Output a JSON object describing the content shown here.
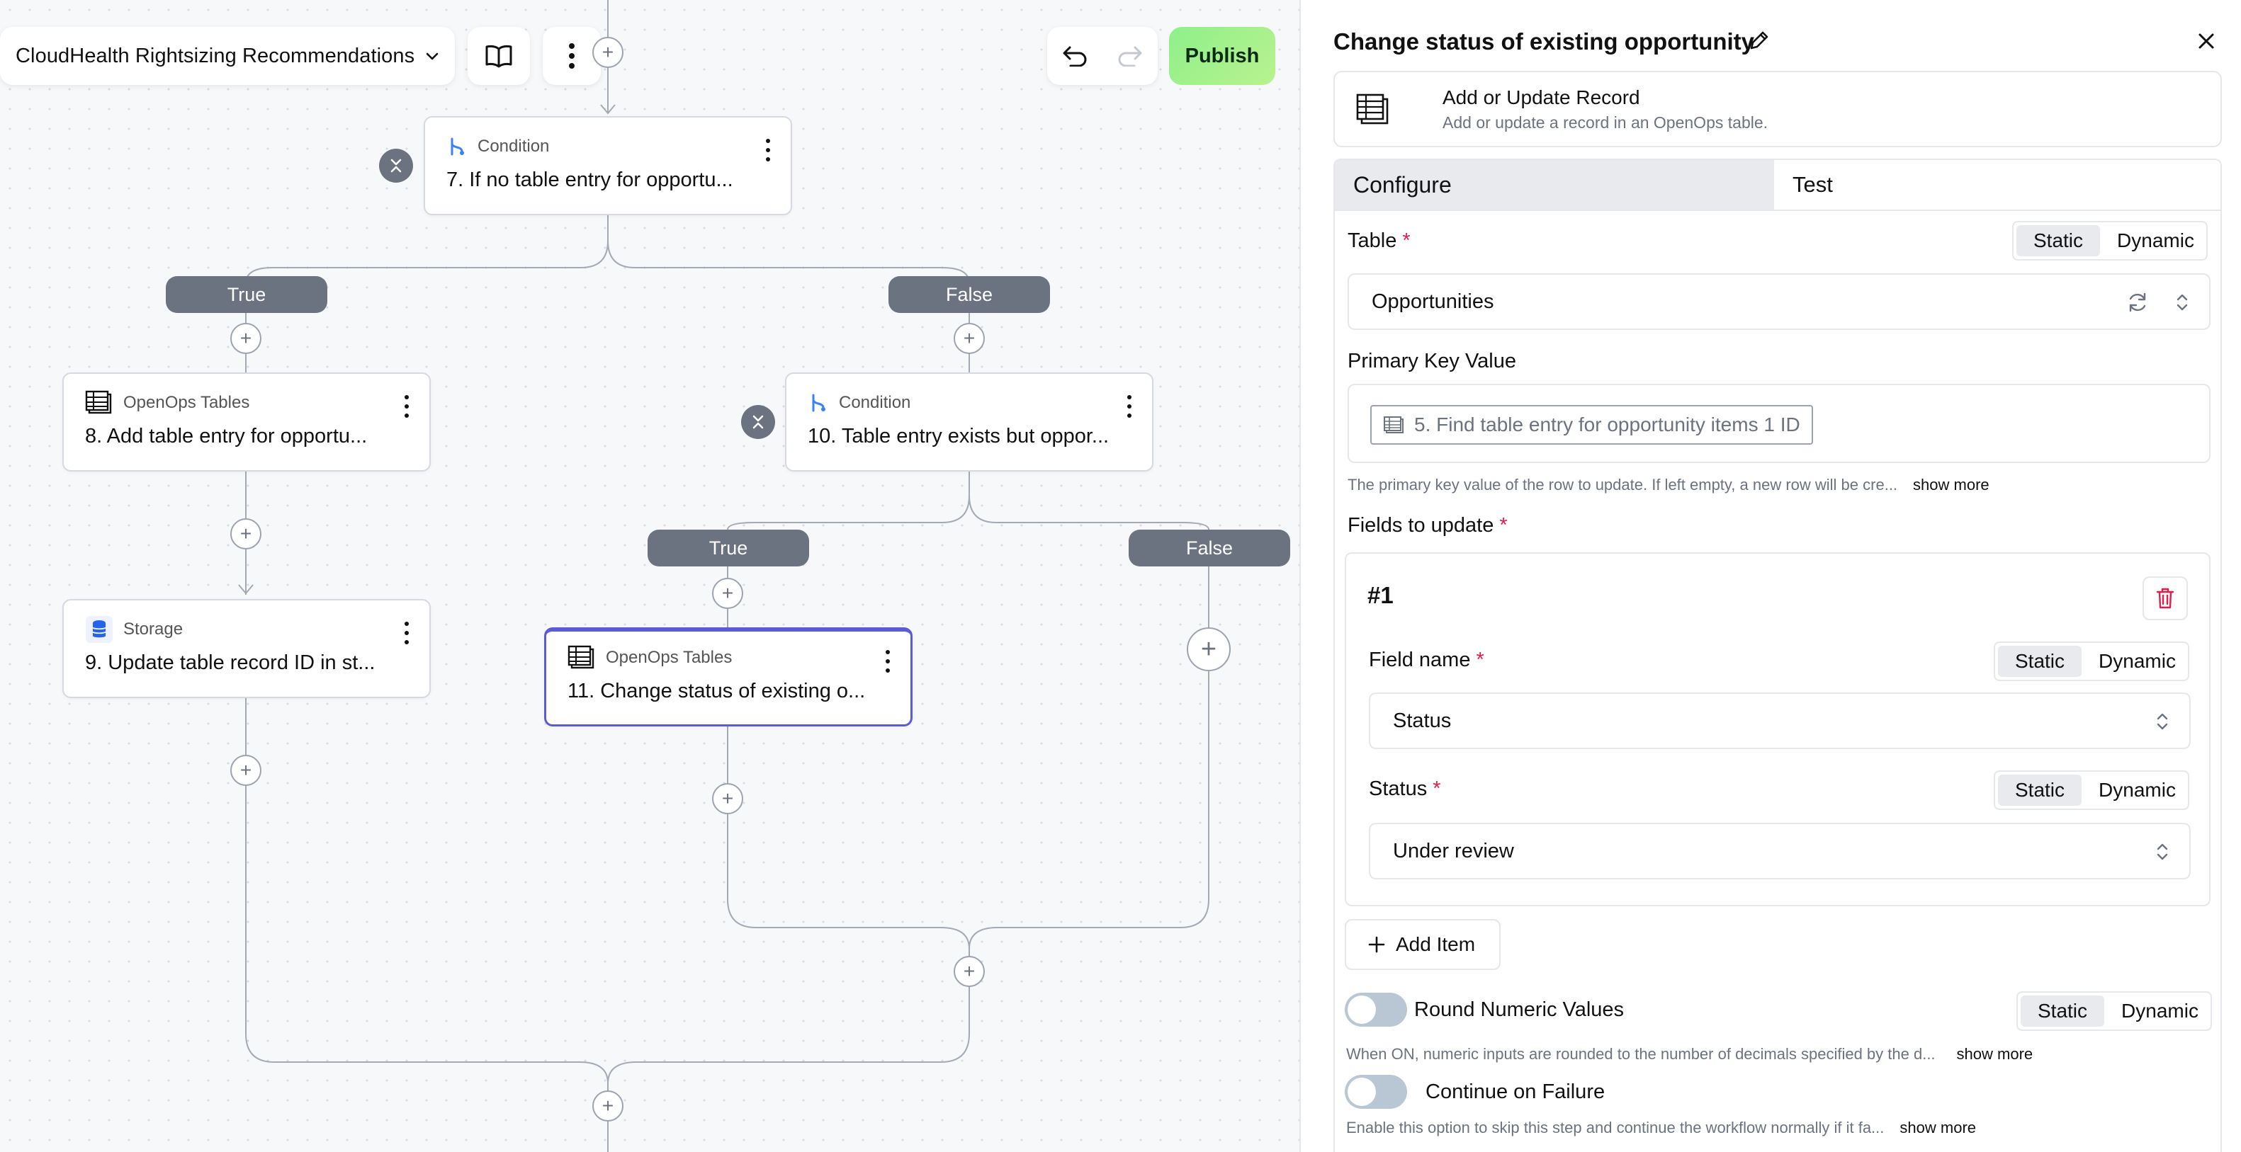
{
  "workflow": {
    "title": "CloudHealth Rightsizing Recommendations",
    "publish_label": "Publish"
  },
  "branches": {
    "true_label": "True",
    "false_label": "False"
  },
  "nodes": [
    {
      "type": "Condition",
      "title": "7. If no table entry for opportu..."
    },
    {
      "type": "OpenOps Tables",
      "title": "8. Add table entry for opportu..."
    },
    {
      "type": "Condition",
      "title": "10. Table entry exists but oppor..."
    },
    {
      "type": "Storage",
      "title": "9. Update table record ID in st..."
    },
    {
      "type": "OpenOps Tables",
      "title": "11. Change status of existing o..."
    }
  ],
  "panel": {
    "title": "Change status of existing opportunity",
    "action": {
      "title": "Add or Update Record",
      "subtitle": "Add or update a record in an OpenOps table."
    },
    "tabs": [
      "Configure",
      "Test"
    ],
    "mode_static": "Static",
    "mode_dynamic": "Dynamic",
    "required_mark": "*",
    "table": {
      "label": "Table",
      "value": "Opportunities"
    },
    "primary_key": {
      "label": "Primary Key Value",
      "token": "5. Find table entry for opportunity items 1 ID",
      "help": "The primary key value of the row to update. If left empty, a new row will be cre..."
    },
    "show_more": "show more",
    "fields_to_update": {
      "label": "Fields to update",
      "item_number": "#1",
      "field_name": {
        "label": "Field name",
        "value": "Status"
      },
      "status": {
        "label": "Status",
        "value": "Under review"
      },
      "add_item_label": "Add Item"
    },
    "round_numeric": {
      "label": "Round Numeric Values",
      "help": "When ON, numeric inputs are rounded to the number of decimals specified by the d..."
    },
    "continue_on_failure": {
      "label": "Continue on Failure",
      "help": "Enable this option to skip this step and continue the workflow normally if it fa..."
    }
  },
  "colors": {
    "accent": "#5b5bd6",
    "publish": "#9ef28d",
    "pill": "#6b7280",
    "required": "#e11d48"
  }
}
